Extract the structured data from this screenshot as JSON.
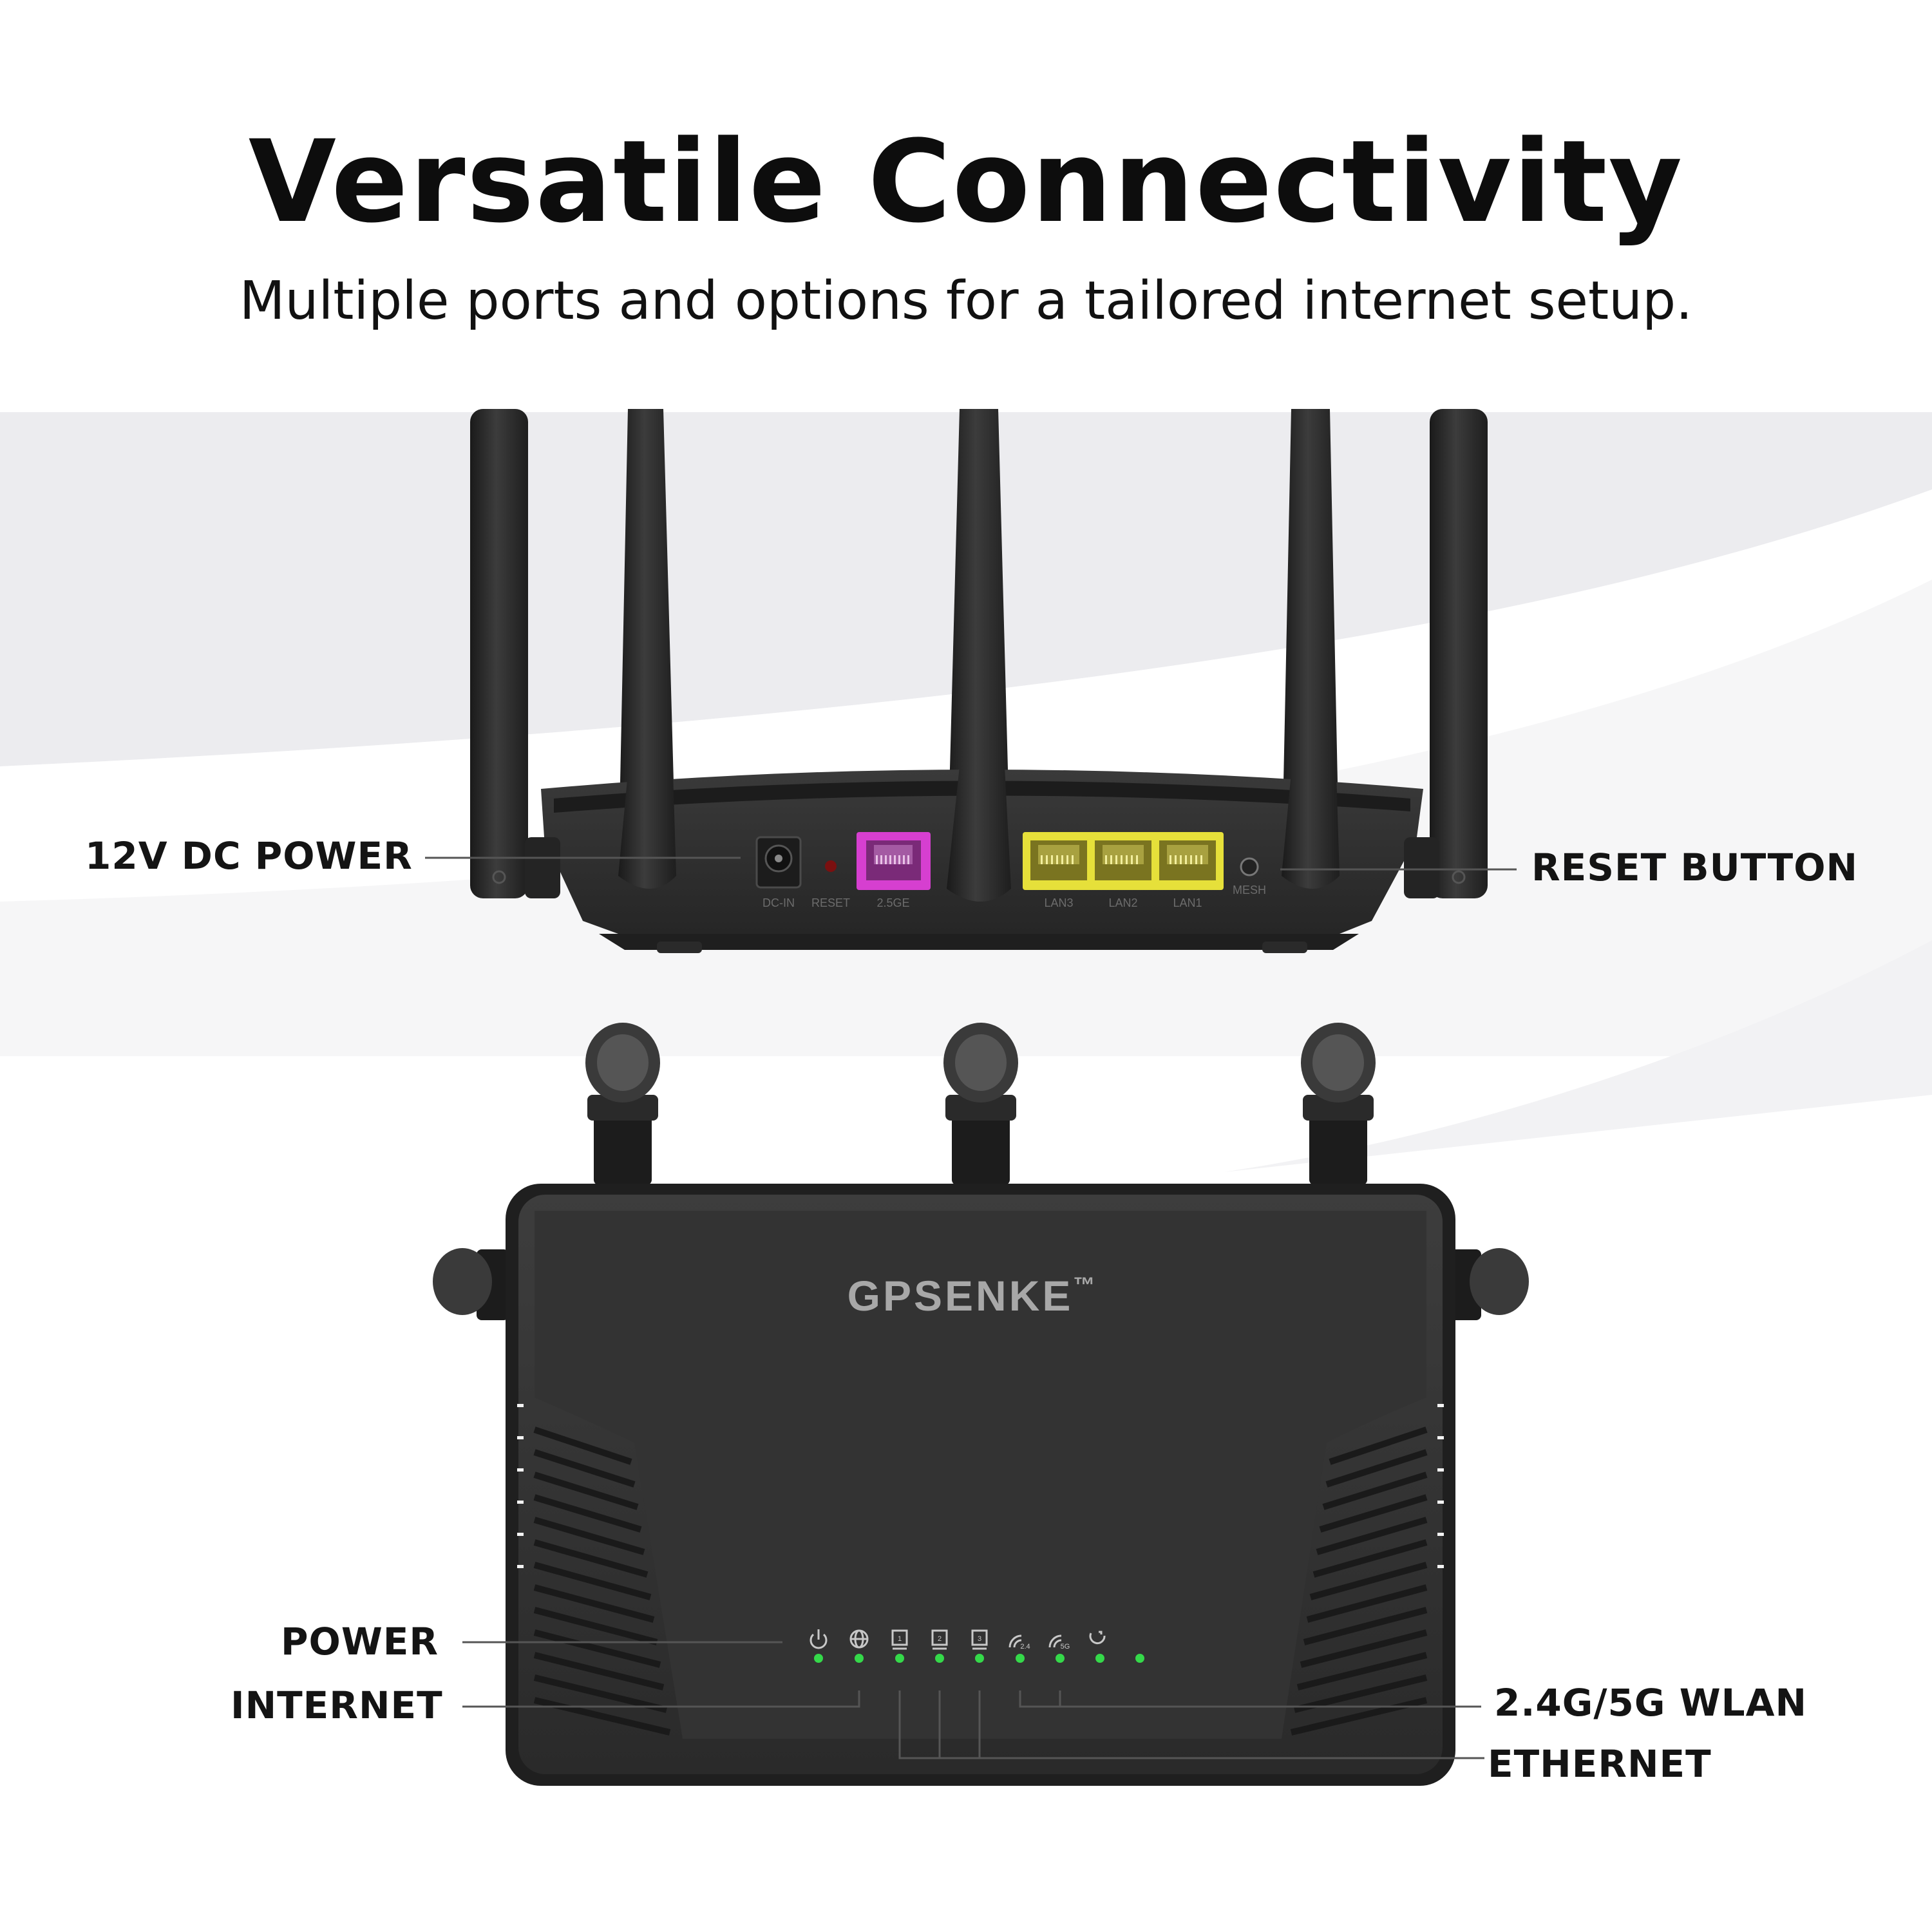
{
  "heading": {
    "title": "Versatile Connectivity",
    "subtitle": "Multiple ports and options for a tailored internet setup."
  },
  "brand": {
    "logo_text": "GPSENKE",
    "trademark": "™"
  },
  "back_panel": {
    "port_labels": {
      "dc_in": "DC-IN",
      "reset": "RESET",
      "wan": "2.5GE",
      "lan3": "LAN3",
      "lan2": "LAN2",
      "lan1": "LAN1",
      "mesh": "MESH"
    }
  },
  "front_panel": {
    "indicators": [
      {
        "icon": "power-icon"
      },
      {
        "icon": "globe-icon"
      },
      {
        "icon": "lan-1-icon",
        "label": "1"
      },
      {
        "icon": "lan-2-icon",
        "label": "2"
      },
      {
        "icon": "lan-3-icon",
        "label": "3"
      },
      {
        "icon": "wifi-24-icon",
        "label": "2.4"
      },
      {
        "icon": "wifi-5g-icon",
        "label": "5G"
      },
      {
        "icon": "mesh-sync-icon"
      }
    ],
    "led_count": 9
  },
  "callouts": {
    "dc_power": "12V DC POWER",
    "reset_button": "RESET BUTTON",
    "power": "POWER",
    "internet": "INTERNET",
    "wlan": "2.4G/5G WLAN",
    "ethernet": "ETHERNET"
  },
  "colors": {
    "router_body": "#2b2b2b",
    "wan_port": "#d63fd0",
    "lan_port": "#e6e03a",
    "led": "#35d94a",
    "leader_line": "#555555"
  }
}
